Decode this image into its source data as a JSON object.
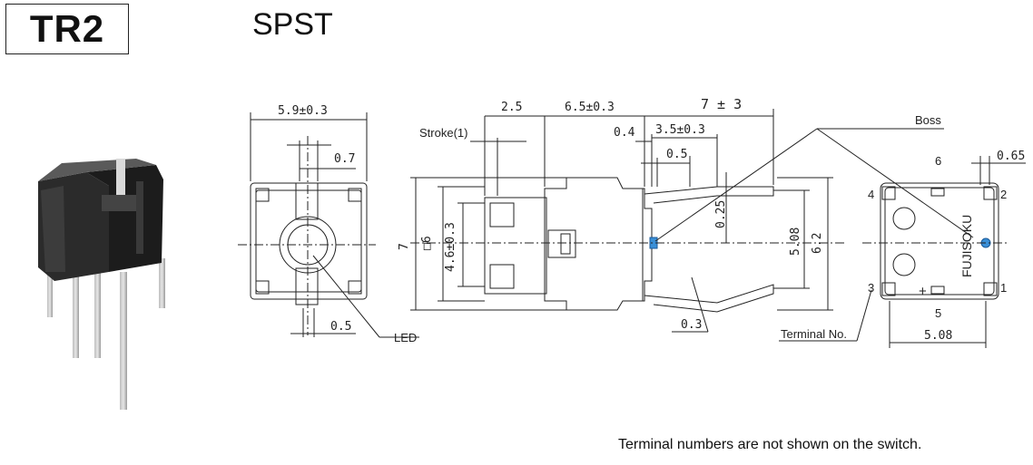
{
  "header": {
    "model": "TR2",
    "contact_form": "SPST"
  },
  "footnote": "Terminal numbers are not shown on the switch.",
  "front_view": {
    "width_dim": "5.9±0.3",
    "slot_dim": "0.7",
    "bottom_dim": "0.5",
    "led_label": "LED"
  },
  "side_view": {
    "stroke_label": "Stroke(1)",
    "dim_2_5": "2.5",
    "dim_6_5": "6.5±0.3",
    "dim_7": "7 ± 3",
    "dim_0_4": "0.4",
    "dim_3_5": "3.5±0.3",
    "dim_0_5": "0.5",
    "dim_0_25": "0.25",
    "dim_7_height": "7",
    "dim_sq6": "□6",
    "dim_4_6": "4.6±0.3",
    "dim_5_08": "5.08",
    "dim_6_2": "6.2",
    "dim_0_3": "0.3",
    "boss_label": "Boss",
    "terminal_label": "Terminal No."
  },
  "bottom_view": {
    "brand": "FUJISOKU",
    "dim_0_65": "0.65",
    "dim_5_08": "5.08",
    "terminals": [
      "1",
      "2",
      "3",
      "4",
      "5",
      "6"
    ],
    "plus": "+"
  },
  "colors": {
    "led": "#3a8fd6",
    "line": "#222222"
  }
}
